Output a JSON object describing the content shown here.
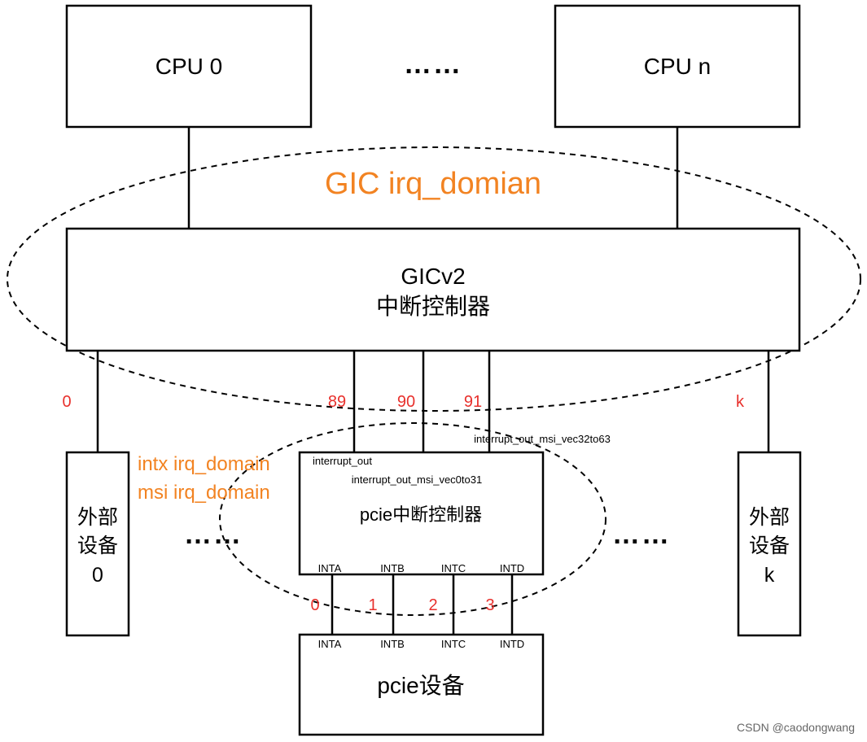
{
  "cpus": {
    "cpu0": "CPU 0",
    "cpun": "CPU n",
    "ellipsis": "……"
  },
  "domains": {
    "gic": "GIC irq_domian",
    "intx": "intx irq_domain",
    "msi": "msi irq_domain",
    "color": "#f28322"
  },
  "gic": {
    "line1": "GICv2",
    "line2": "中断控制器"
  },
  "irq_numbers": {
    "dev0": "0",
    "n89": "89",
    "n90": "90",
    "n91": "91",
    "devk": "k",
    "color": "#e8302c"
  },
  "pcie_ctrl": {
    "title": "pcie中断控制器",
    "interrupt_out": "interrupt_out",
    "msi_vec0to31": "interrupt_out_msi_vec0to31",
    "msi_vec32to63": "interrupt_out_msi_vec32to63",
    "pins": [
      "INTA",
      "INTB",
      "INTC",
      "INTD"
    ]
  },
  "intx_numbers": [
    "0",
    "1",
    "2",
    "3"
  ],
  "devices": {
    "dev0": [
      "外部",
      "设备",
      "0"
    ],
    "devk": [
      "外部",
      "设备",
      "k"
    ],
    "ellipsis": "……"
  },
  "pcie_device": {
    "title": "pcie设备",
    "pins": [
      "INTA",
      "INTB",
      "INTC",
      "INTD"
    ]
  },
  "watermark": "CSDN @caodongwang"
}
